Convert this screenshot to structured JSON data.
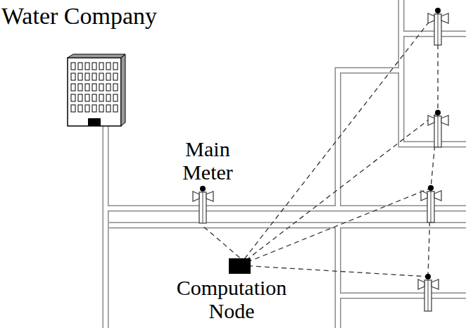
{
  "diagram": {
    "nodes": [
      {
        "text": [
          "Water Company"
        ]
      },
      {
        "text": [
          "Main Meter"
        ]
      },
      {
        "text": [
          "Computation Node"
        ]
      }
    ],
    "edges": [
      {
        "from": 2,
        "to": 1,
        "arrow": "none"
      }
    ]
  }
}
